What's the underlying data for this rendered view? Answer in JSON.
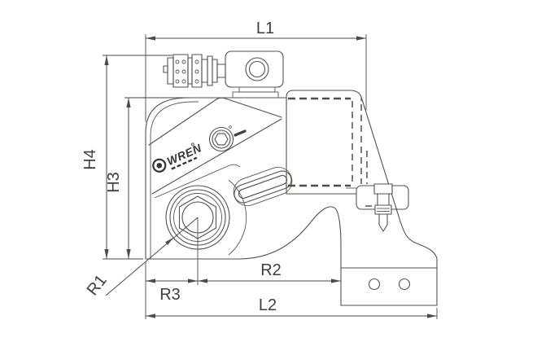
{
  "drawing": {
    "type": "technical-drawing",
    "subject": "low-profile hydraulic torque wrench side view",
    "background_color": "#ffffff",
    "line_color": "#55504b",
    "label_color": "#403d3a",
    "labels": {
      "top_length": "L1",
      "overall_length": "L2",
      "height_inner": "H3",
      "height_outer": "H4",
      "socket_radius": "R1",
      "radius_to_reaction": "R2",
      "radius_to_front": "R3"
    },
    "logo": {
      "brand": "WREN"
    }
  }
}
